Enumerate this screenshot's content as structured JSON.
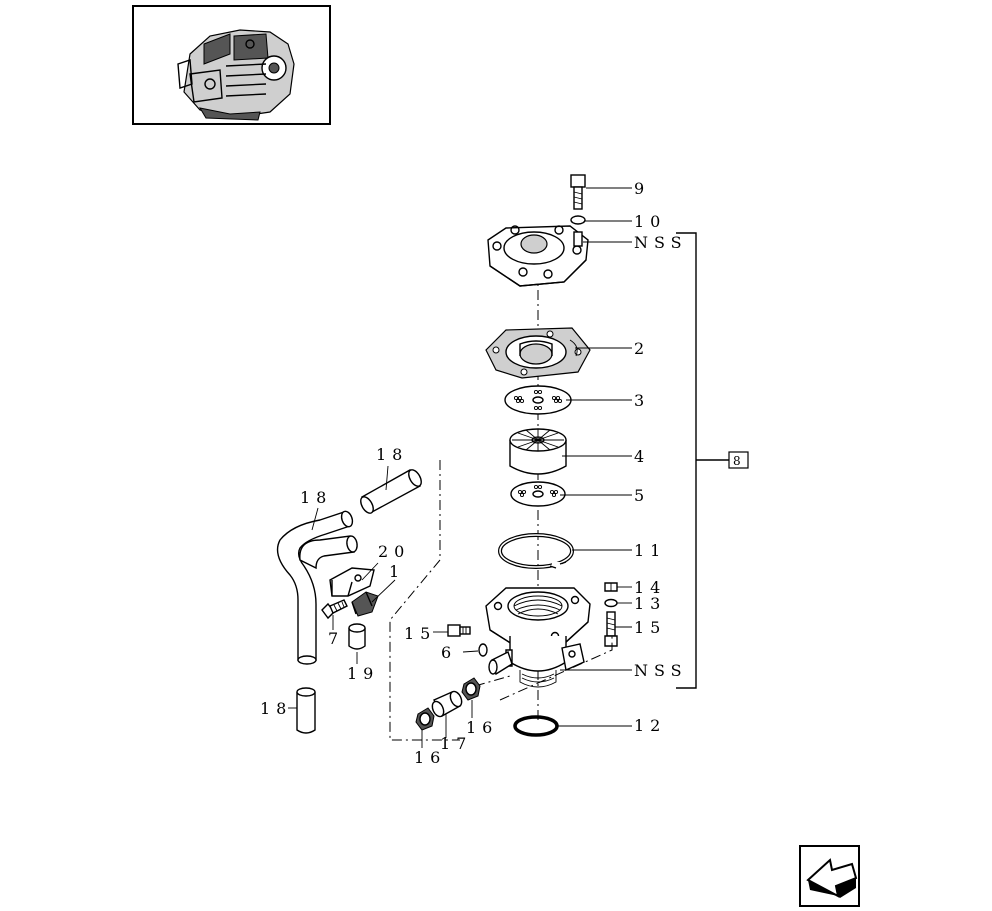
{
  "callouts": {
    "c9": "9",
    "c10": "10",
    "nss_top": "NSS",
    "c2": "2",
    "c3": "3",
    "c4": "4",
    "c5": "5",
    "c11": "11",
    "c14": "14",
    "c13": "13",
    "c15_right": "15",
    "nss_bottom": "NSS",
    "c12": "12",
    "c18_top": "18",
    "c18_mid": "18",
    "c20": "20",
    "c1": "1",
    "c7": "7",
    "c19": "19",
    "c15_left": "15",
    "c6": "6",
    "c18_bottom": "18",
    "c16_left": "16",
    "c17": "17",
    "c16_right": "16"
  },
  "group_ref": "8",
  "icons": {
    "thumbnail": "engine-thumbnail-icon",
    "nav": "back-arrow-icon"
  }
}
